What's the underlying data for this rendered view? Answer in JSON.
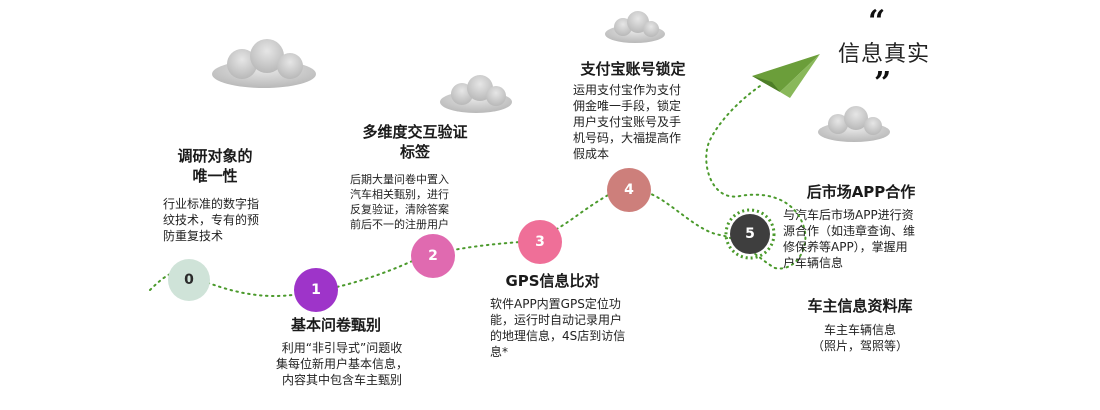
{
  "milestones": [
    {
      "num": "0",
      "title": "调研对象的\n唯一性",
      "desc": "行业标准的数字指\n纹技术，专有的预\n防重复技术",
      "color": "#cfe3d8",
      "text_color": "#2b2b2b"
    },
    {
      "num": "1",
      "title": "基本问卷甄别",
      "desc": "利用“非引导式”问题收\n集每位新用户基本信息，\n内容其中包含车主甄别",
      "color": "#9e34c9",
      "text_color": "#ffffff"
    },
    {
      "num": "2",
      "title": "多维度交互验证\n标签",
      "desc": "后期大量问卷中置入\n汽车相关甄别，进行\n反复验证，清除答案\n前后不一的注册用户",
      "color": "#e06ab0",
      "text_color": "#ffffff"
    },
    {
      "num": "3",
      "title": "GPS信息比对",
      "desc": "软件APP内置GPS定位功\n能，运行时自动记录用户\n的地理信息，4S店到访信\n息*",
      "color": "#ef6f98",
      "text_color": "#ffffff"
    },
    {
      "num": "4",
      "title": "支付宝账号锁定",
      "desc": "运用支付宝作为支付\n佣金唯一手段，锁定\n用户支付宝账号及手\n机号码，大福提高作\n假成本",
      "color": "#cd7f7b",
      "text_color": "#ffffff"
    },
    {
      "num": "5",
      "title": "后市场APP合作",
      "desc": "与汽车后市场APP进行资\n源合作（如违章查询、维\n修保养等APP），掌握用\n户车辆信息",
      "color": "#3e3e3e",
      "text_color": "#ffffff"
    }
  ],
  "extra": {
    "title": "车主信息资料库",
    "desc": "车主车辆信息\n（照片，驾照等）"
  },
  "slogan": {
    "open_quote": "“",
    "text": "信息真实",
    "close_quote": "”"
  },
  "colors": {
    "path": "#4b9a2c",
    "plane": "#6b9e3a",
    "cloud": "#c9c9c9"
  }
}
